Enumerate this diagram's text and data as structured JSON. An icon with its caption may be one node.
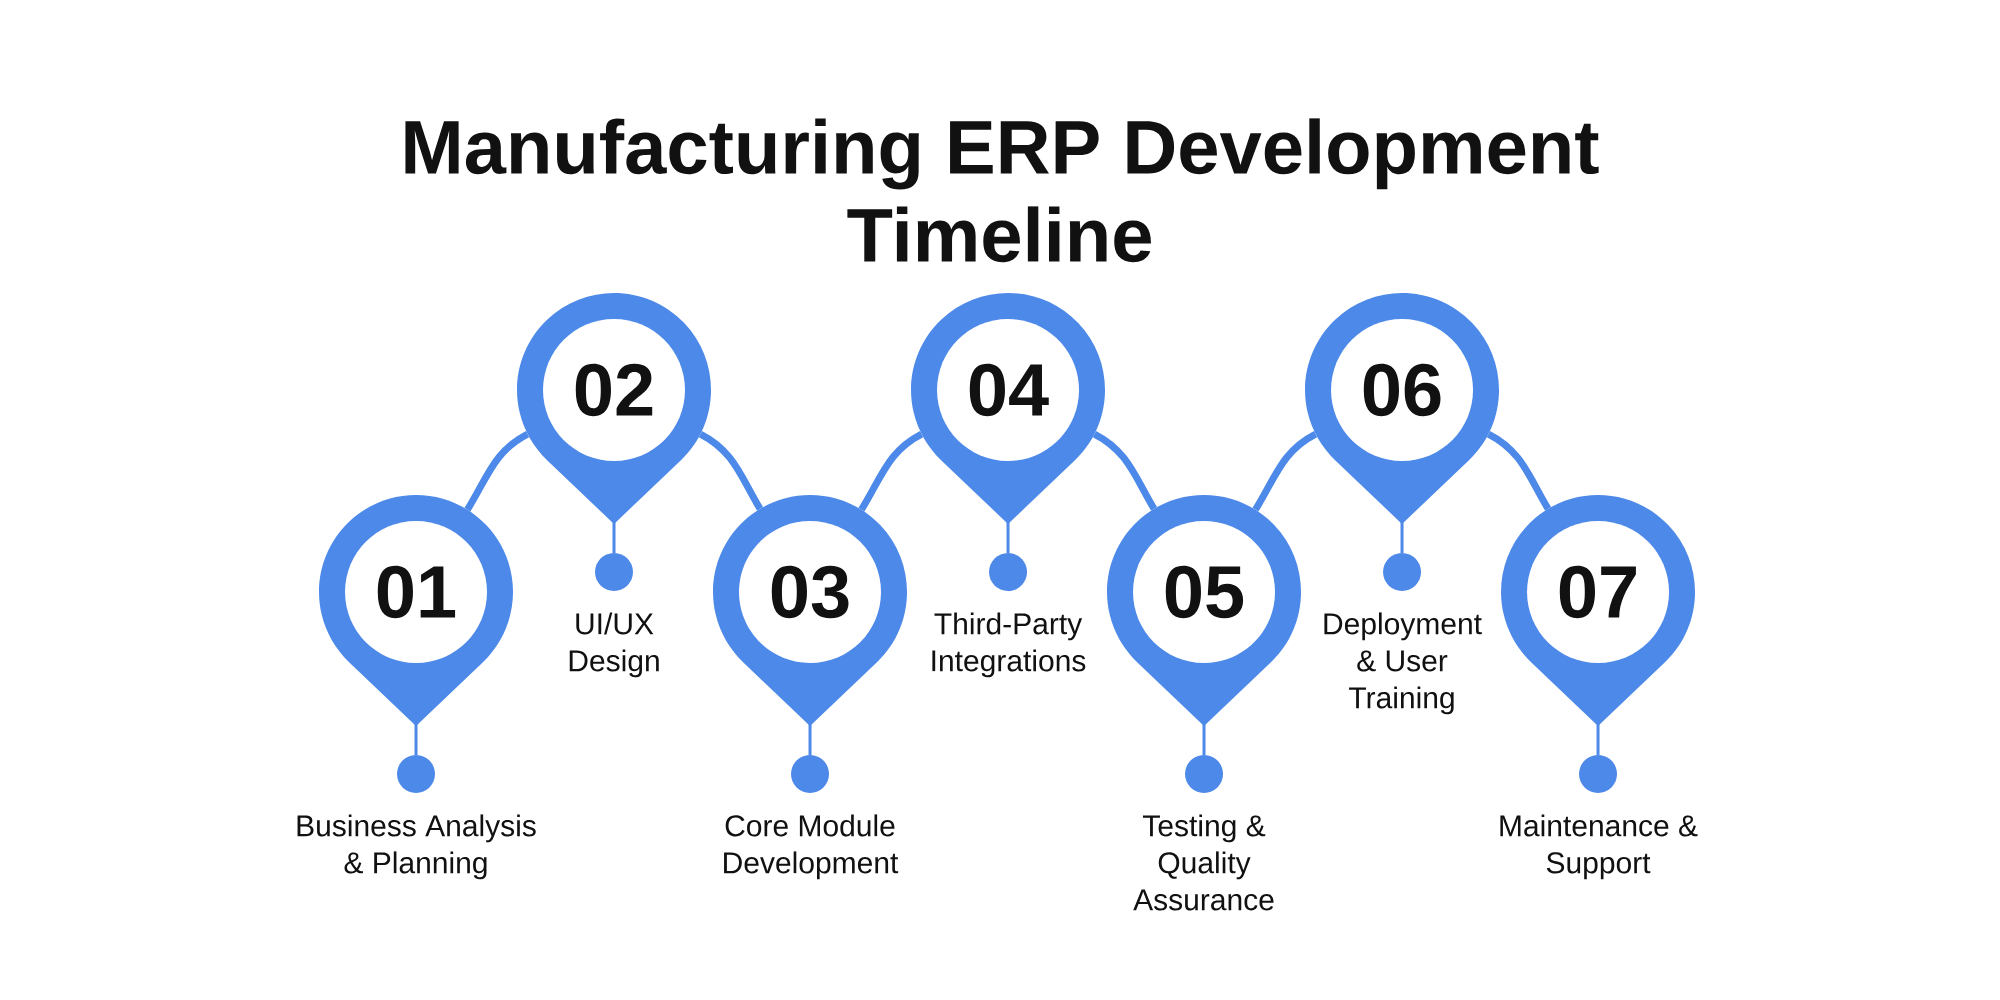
{
  "diagram": {
    "title": "Manufacturing ERP Development Timeline",
    "nodes": [
      {
        "text": [
          "01"
        ],
        "beside": [
          "Business Analysis & Planning"
        ]
      },
      {
        "text": [
          "02"
        ],
        "beside": [
          "UI/UX Design"
        ]
      },
      {
        "text": [
          "03"
        ],
        "beside": [
          "Core Module Development"
        ]
      },
      {
        "text": [
          "04"
        ],
        "beside": [
          "Third-Party Integrations"
        ]
      },
      {
        "text": [
          "05"
        ],
        "beside": [
          "Testing & Quality Assurance"
        ]
      },
      {
        "text": [
          "06"
        ],
        "beside": [
          "Deployment & User Training"
        ]
      },
      {
        "text": [
          "07"
        ],
        "beside": [
          "Maintenance & Support"
        ]
      }
    ],
    "edges": [
      {
        "from": 0,
        "to": 1,
        "arrow": "none"
      },
      {
        "from": 1,
        "to": 2,
        "arrow": "none"
      },
      {
        "from": 2,
        "to": 3,
        "arrow": "none"
      },
      {
        "from": 3,
        "to": 4,
        "arrow": "none"
      },
      {
        "from": 4,
        "to": 5,
        "arrow": "none"
      },
      {
        "from": 5,
        "to": 6,
        "arrow": "none"
      }
    ]
  }
}
